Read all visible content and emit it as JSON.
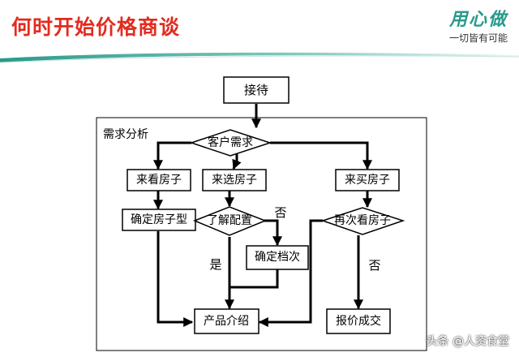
{
  "header": {
    "title": "何时开始价格商谈",
    "logo_main": "用心做",
    "logo_sub": "一切皆有可能",
    "accent_color": "#e32b1f",
    "brand_color": "#2a9a8a"
  },
  "diagram": {
    "group_label": "需求分析",
    "nodes": {
      "reception": "接待",
      "customer_needs": "客户需求",
      "browse": "来看房子",
      "choose": "来选房子",
      "buy": "来买房子",
      "confirm_type": "确定房子型",
      "understand_config": "了解配置",
      "confirm_grade": "确定档次",
      "revisit": "再次看房子",
      "product_intro": "产品介绍",
      "quote_deal": "报价成交"
    },
    "edge_labels": {
      "no_1": "否",
      "yes_1": "是",
      "no_2": "否"
    }
  },
  "watermark": "头条 @人资食堂"
}
